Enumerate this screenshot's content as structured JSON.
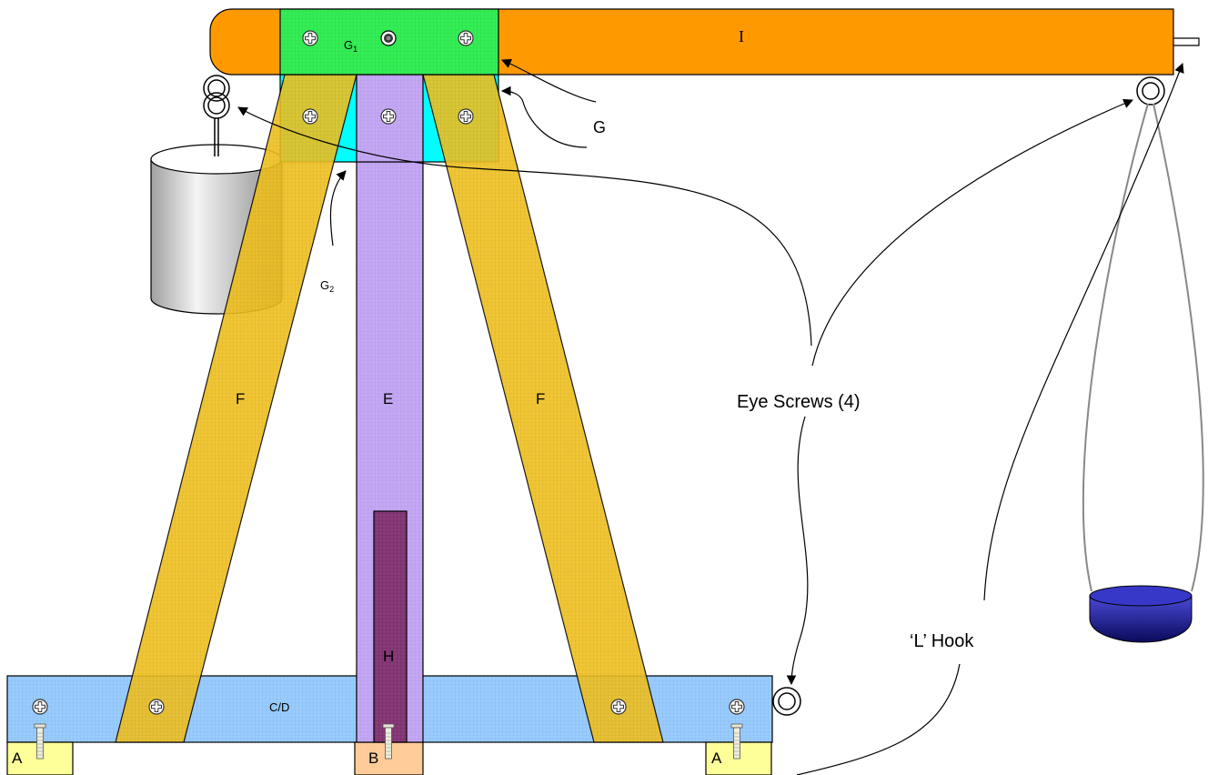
{
  "labels": {
    "beam": "I",
    "top_block": "G",
    "top_block_sub": "1",
    "arrow_g": "G",
    "small_block": "G",
    "small_block_sub": "2",
    "leg_left": "F",
    "leg_right": "F",
    "upright": "E",
    "insert": "H",
    "base": "C/D",
    "foot_left": "A",
    "foot_center": "B",
    "foot_right": "A",
    "eye_screws": "Eye Screws (4)",
    "l_hook": "‘L’ Hook"
  },
  "colors": {
    "beam": "#ff9900",
    "top_block": "#33ee55",
    "leg": "#f0c020",
    "upright": "#c5a8f5",
    "insert": "#8a3a7a",
    "base": "#99ccff",
    "small_block": "#00ffff",
    "foot_a": "#ffff99",
    "foot_b": "#ffcc99",
    "pan": "#1a1a8a",
    "bucket": "#c8c8c8"
  }
}
